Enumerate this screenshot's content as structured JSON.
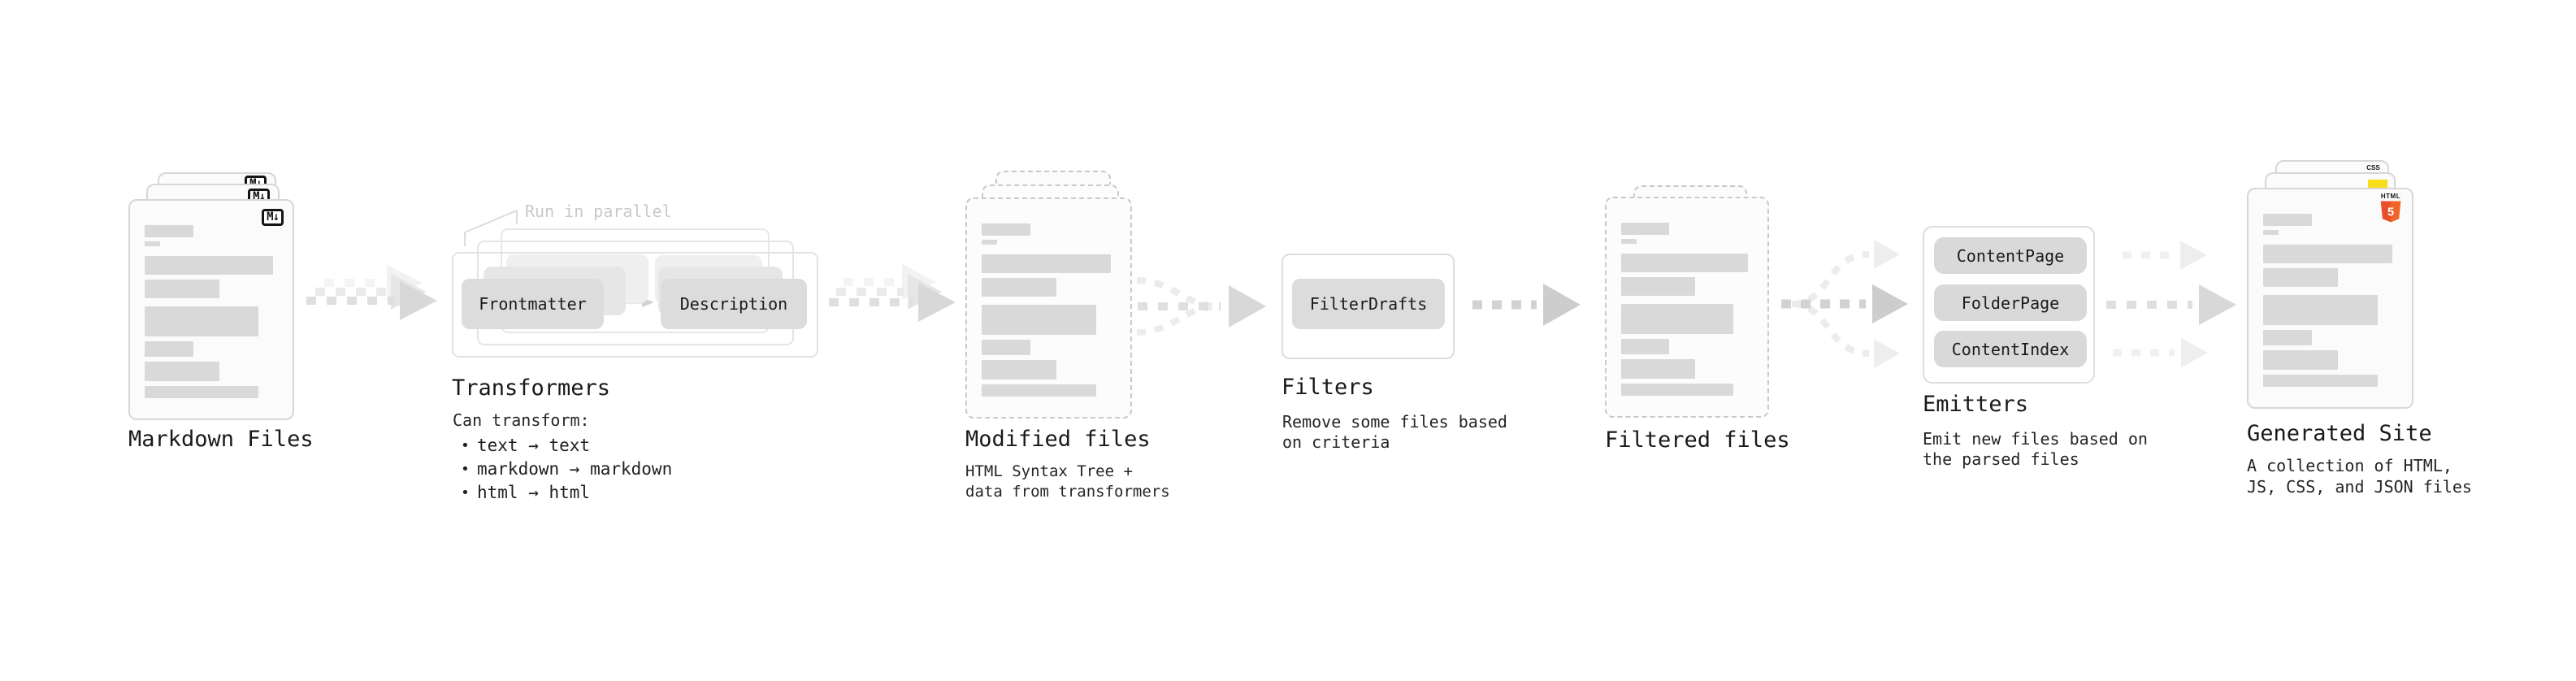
{
  "background": "#ffffff",
  "colors": {
    "doc_border": "#d7d7d7",
    "dashed_border": "#c9c9c9",
    "bar_fill": "#d9d9d9",
    "box_fill": "#dcdcdc",
    "frame_border": "#e2e2e2",
    "arrow_main": "#d8d8d8",
    "annotation_text": "#c9c9c9",
    "html5_orange": "#e8502b",
    "js_yellow": "#f7df1e",
    "css_blue": "#2f6df2",
    "markdown_icon_ink": "#141414"
  },
  "pipeline": {
    "markdown_files": {
      "label": "Markdown Files",
      "icon_text": "M↓",
      "stack_count": 3
    },
    "transformers": {
      "title": "Transformers",
      "annotation": "Run in parallel",
      "boxes": [
        "Frontmatter",
        "Description"
      ],
      "description": "Can transform:",
      "bullets": [
        "text → text",
        "markdown → markdown",
        "html → html"
      ]
    },
    "modified_files": {
      "label": "Modified files",
      "description": "HTML Syntax Tree +\ndata from transformers"
    },
    "filters": {
      "title": "Filters",
      "boxes": [
        "FilterDrafts"
      ],
      "description": "Remove some files based\non criteria"
    },
    "filtered_files": {
      "label": "Filtered files"
    },
    "emitters": {
      "title": "Emitters",
      "boxes": [
        "ContentPage",
        "FolderPage",
        "ContentIndex"
      ],
      "description": "Emit new files based on\nthe parsed files"
    },
    "generated_site": {
      "label": "Generated Site",
      "description": "A collection of HTML,\nJS, CSS, and JSON files",
      "badges": {
        "css_label": "CSS",
        "html_label": "HTML",
        "html5_number": "5"
      }
    }
  }
}
